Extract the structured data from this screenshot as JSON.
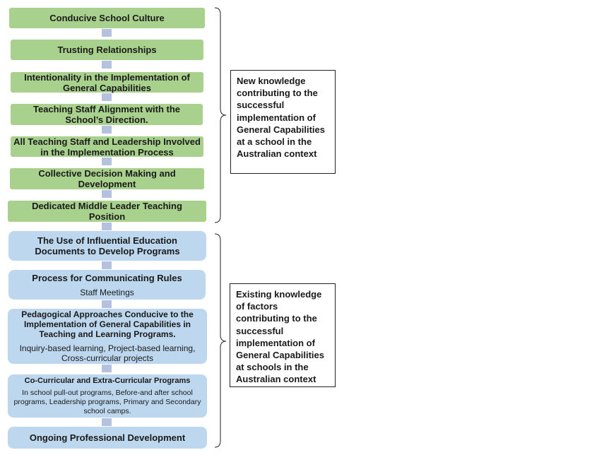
{
  "new_factors": [
    {
      "title": "Conducive School Culture"
    },
    {
      "title": "Trusting Relationships"
    },
    {
      "title": "Intentionality in the Implementation of General Capabilities"
    },
    {
      "title": "Teaching Staff Alignment with the School’s Direction."
    },
    {
      "title": "All Teaching Staff and Leadership Involved in the Implementation Process"
    },
    {
      "title": "Collective Decision Making and Development"
    },
    {
      "title": "Dedicated Middle Leader Teaching Position"
    }
  ],
  "existing_factors": [
    {
      "title": "The Use of Influential Education Documents to Develop Programs"
    },
    {
      "title": "Process for Communicating Rules",
      "subtitle": "Staff Meetings"
    },
    {
      "title": "Pedagogical Approaches Conducive to the Implementation of General Capabilities in Teaching and Learning Programs.",
      "subtitle": "Inquiry-based learning, Project-based learning, Cross-curricular projects"
    },
    {
      "title": "Co-Curricular and Extra-Curricular Programs",
      "subtitle": "In school pull-out programs, Before-and after school programs, Leadership programs, Primary and Secondary school camps."
    },
    {
      "title": "Ongoing Professional Development"
    }
  ],
  "notes": {
    "new_knowledge": "New knowledge contributing to the successful implementation of General Capabilities at a school in the Australian context",
    "existing_knowledge": "Existing knowledge of factors contributing to the successful implementation of General Capabilities at schools in the Australian context"
  },
  "colors": {
    "new_factor_fill": "#a9d18e",
    "existing_factor_fill": "#bdd7ee",
    "connector": "#b4c2e0"
  }
}
